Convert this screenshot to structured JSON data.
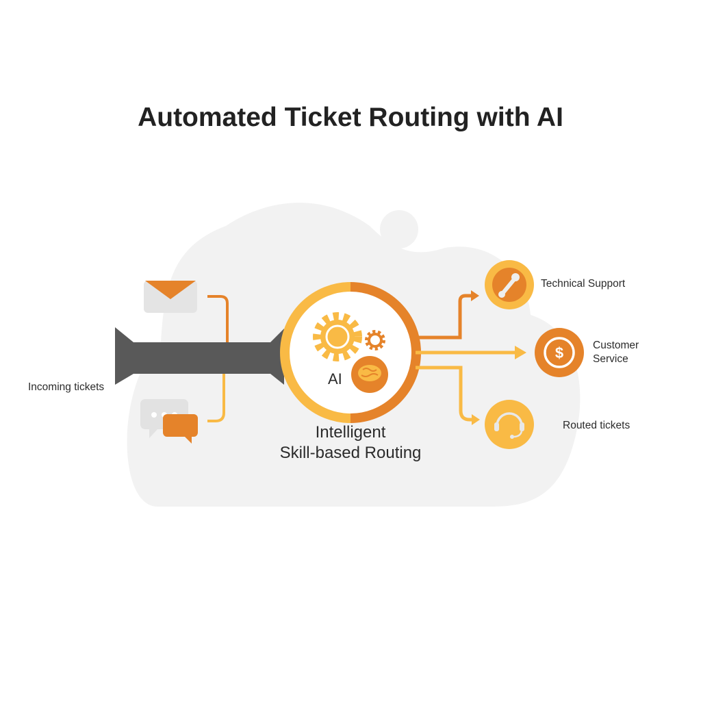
{
  "title": "Automated Ticket Routing with AI",
  "input": {
    "label": "Incoming tickets",
    "sources": [
      "email-icon",
      "chat-icon"
    ]
  },
  "engine": {
    "badge": "AI",
    "line1": "Intelligent",
    "line2": "Skill-based Routing",
    "icons": [
      "gear-icon",
      "brain-icon"
    ]
  },
  "outputs": [
    {
      "label": "Technical Support",
      "icon": "wrench-icon"
    },
    {
      "label_line1": "Customer",
      "label_line2": "Service",
      "icon": "dollar-icon"
    },
    {
      "label": "Routed tickets",
      "icon": "headset-icon"
    }
  ],
  "colors": {
    "orange": "#E5832A",
    "yellow": "#F9BA45",
    "gray": "#5A5A5A",
    "cloud": "#F1F1F1"
  }
}
